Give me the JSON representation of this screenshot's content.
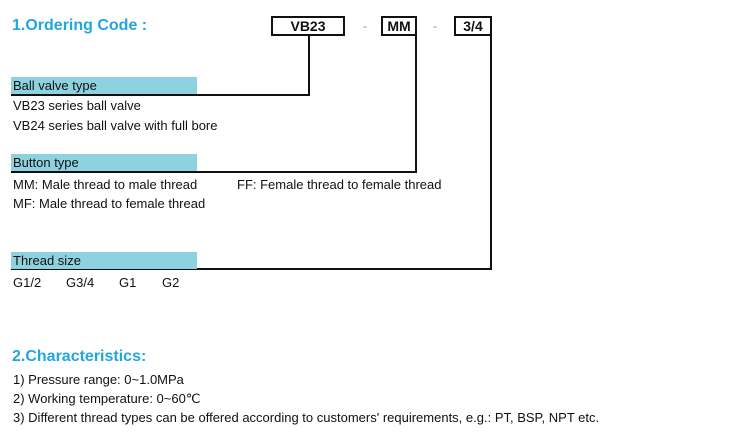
{
  "ordering": {
    "title": "1.Ordering Code :",
    "codes": [
      "VB23",
      "MM",
      "3/4"
    ],
    "separators": [
      "-",
      "-"
    ]
  },
  "ball_valve": {
    "label": "Ball valve type",
    "items": [
      "VB23 series ball valve",
      "VB24 series ball valve with full bore"
    ]
  },
  "button_type": {
    "label": "Button type",
    "items": [
      "MM: Male thread to male thread",
      "FF: Female thread to female thread",
      "MF: Male thread to female thread"
    ]
  },
  "thread_size": {
    "label": "Thread size",
    "items": [
      "G1/2",
      "G3/4",
      "G1",
      "G2"
    ]
  },
  "characteristics": {
    "title": "2.Characteristics:",
    "items": [
      "1) Pressure range: 0~1.0MPa",
      "2) Working temperature: 0~60℃",
      "3) Different thread types can be offered according to customers' requirements, e.g.: PT, BSP, NPT etc."
    ]
  }
}
